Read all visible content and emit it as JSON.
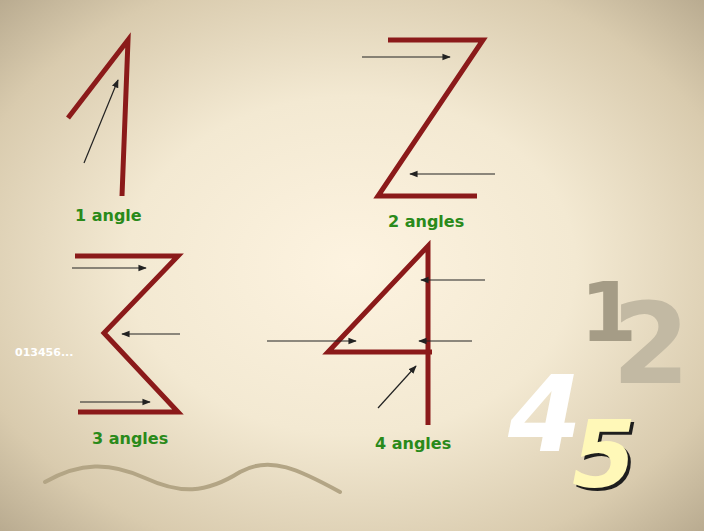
{
  "diagram": {
    "labels": [
      "1 angle",
      "2 angles",
      "3 angles",
      "4 angles",
      "013456...",
      "1",
      "2",
      "4",
      "5"
    ]
  }
}
